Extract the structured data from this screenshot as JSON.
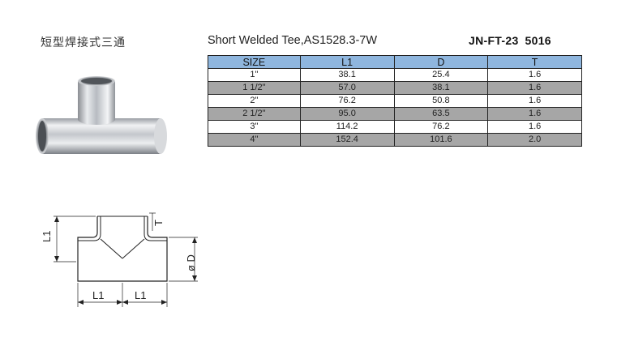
{
  "header": {
    "cn_title": "短型焊接式三通",
    "en_title": "Short Welded Tee,AS1528.3-7W",
    "code_part1": "JN-FT-23",
    "code_part2": "5016"
  },
  "table": {
    "columns": [
      "SIZE",
      "L1",
      "D",
      "T"
    ],
    "rows": [
      [
        "1\"",
        "38.1",
        "25.4",
        "1.6"
      ],
      [
        "1 1/2\"",
        "57.0",
        "38.1",
        "1.6"
      ],
      [
        "2\"",
        "76.2",
        "50.8",
        "1.6"
      ],
      [
        "2 1/2\"",
        "95.0",
        "63.5",
        "1.6"
      ],
      [
        "3\"",
        "114.2",
        "76.2",
        "1.6"
      ],
      [
        "4\"",
        "152.4",
        "101.6",
        "2.0"
      ]
    ]
  },
  "drawing": {
    "label_l1_vertical": "L1",
    "label_t": "T",
    "label_d": "ø D",
    "label_l1_left": "L1",
    "label_l1_right": "L1"
  },
  "colors": {
    "header_fill": "#8fb6de",
    "shaded_row": "#a6a6a6"
  }
}
